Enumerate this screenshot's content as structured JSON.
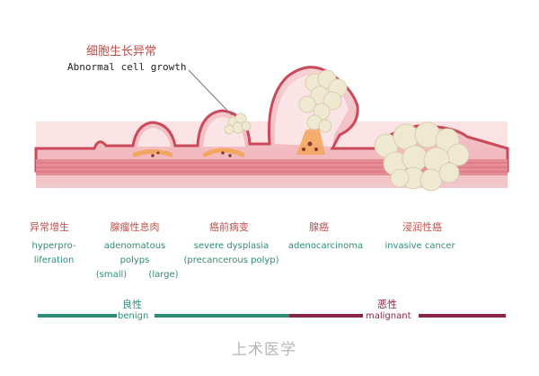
{
  "callout": {
    "zh": "细胞生长异常",
    "en": "Abnormal cell growth"
  },
  "stages": [
    {
      "zh": "异常增生",
      "en": [
        "hyperpro-",
        "liferation"
      ]
    },
    {
      "zh": "腺瘤性息肉",
      "en": [
        "adenomatous",
        "polyps"
      ],
      "sub": [
        "(small)",
        "(large)"
      ]
    },
    {
      "zh": "癌前病变",
      "en": [
        "severe dysplasia",
        "(precancerous polyp)"
      ]
    },
    {
      "zh": "腺癌",
      "en": [
        "adenocarcinoma"
      ]
    },
    {
      "zh": "浸润性癌",
      "en": [
        "invasive cancer"
      ]
    }
  ],
  "categories": {
    "benign": {
      "zh": "良性",
      "en": "benign",
      "color": "#2e8b7a"
    },
    "malignant": {
      "zh": "恶性",
      "en": "malignant",
      "color": "#8b2346"
    }
  },
  "watermark": "上术医学",
  "colors": {
    "tissue_pink": "#f2c3c8",
    "tissue_light": "#fbe4e6",
    "mucosa_edge": "#c94a5a",
    "muscle_band": "#e58c95",
    "orange_cells": "#f2a760",
    "tumor_cream": "#efe9d2"
  }
}
